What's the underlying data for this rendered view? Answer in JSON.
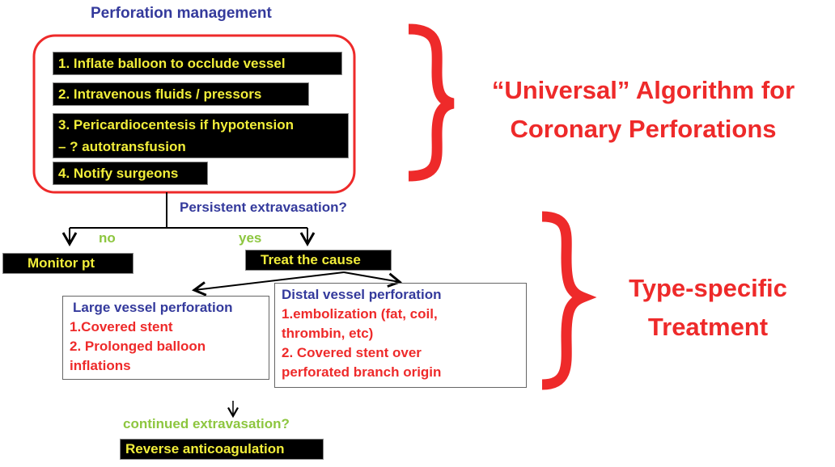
{
  "title": "Perforation management",
  "steps": [
    "1.  Inflate balloon to occlude vessel",
    "2. Intravenous fluids / pressors",
    "3. Pericardiocentesis if hypotension",
    "– ? autotransfusion",
    "4. Notify surgeons"
  ],
  "question": "Persistent extravasation?",
  "no": "no",
  "yes": "yes",
  "monitor": "Monitor pt",
  "treat": "Treat the cause",
  "large": {
    "title": "Large vessel perforation",
    "lines": [
      "1.Covered stent",
      "2. Prolonged balloon",
      "inflations"
    ]
  },
  "distal": {
    "title": "Distal vessel perforation",
    "lines": [
      "1.embolization (fat, coil,",
      "thrombin, etc)",
      "2. Covered stent over",
      "perforated branch origin"
    ]
  },
  "continued": "continued extravasation?",
  "reverse": "Reverse anticoagulation",
  "universal": [
    "“Universal” Algorithm for",
    "Coronary Perforations"
  ],
  "type_specific": [
    "Type-specific",
    "Treatment"
  ],
  "colors": {
    "blue": "#343a9c",
    "red": "#ee2a2a",
    "green": "#8dc63f",
    "yellow": "#f2ee3a"
  }
}
